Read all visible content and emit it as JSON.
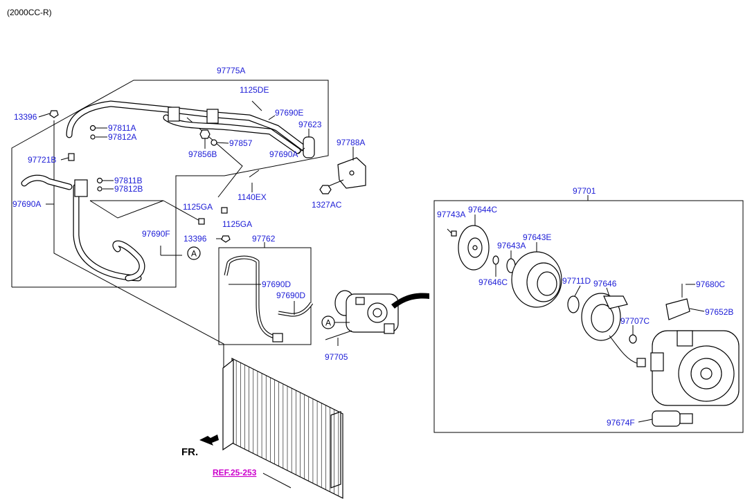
{
  "header": {
    "variant": "(2000CC-R)"
  },
  "colors": {
    "part_label": "#1b1bd6",
    "reference_link": "#cc00cc",
    "lines": "#000000"
  },
  "labels": {
    "p97775A": "97775A",
    "p1125DE": "1125DE",
    "p13396_top": "13396",
    "p97811A": "97811A",
    "p97812A": "97812A",
    "p97690E": "97690E",
    "p97623": "97623",
    "p97788A": "97788A",
    "p97721B": "97721B",
    "p97856B": "97856B",
    "p97857": "97857",
    "p97690A_top": "97690A",
    "p97811B": "97811B",
    "p97812B": "97812B",
    "p1140EX": "1140EX",
    "p1327AC": "1327AC",
    "p97690A_left": "97690A",
    "p1125GA_a": "1125GA",
    "p1125GA_b": "1125GA",
    "p97701": "97701",
    "p97690F": "97690F",
    "p13396_mid": "13396",
    "p97762": "97762",
    "p97690D_a": "97690D",
    "p97690D_b": "97690D",
    "p97705": "97705",
    "p97743A": "97743A",
    "p97644C": "97644C",
    "p97643A": "97643A",
    "p97643E": "97643E",
    "p97646C": "97646C",
    "p97711D": "97711D",
    "p97646": "97646",
    "p97680C": "97680C",
    "p97652B": "97652B",
    "p97707C": "97707C",
    "p97674F": "97674F",
    "circle_A_1": "A",
    "circle_A_2": "A"
  },
  "fr_label": "FR.",
  "reference": {
    "label": "REF.25-253"
  }
}
